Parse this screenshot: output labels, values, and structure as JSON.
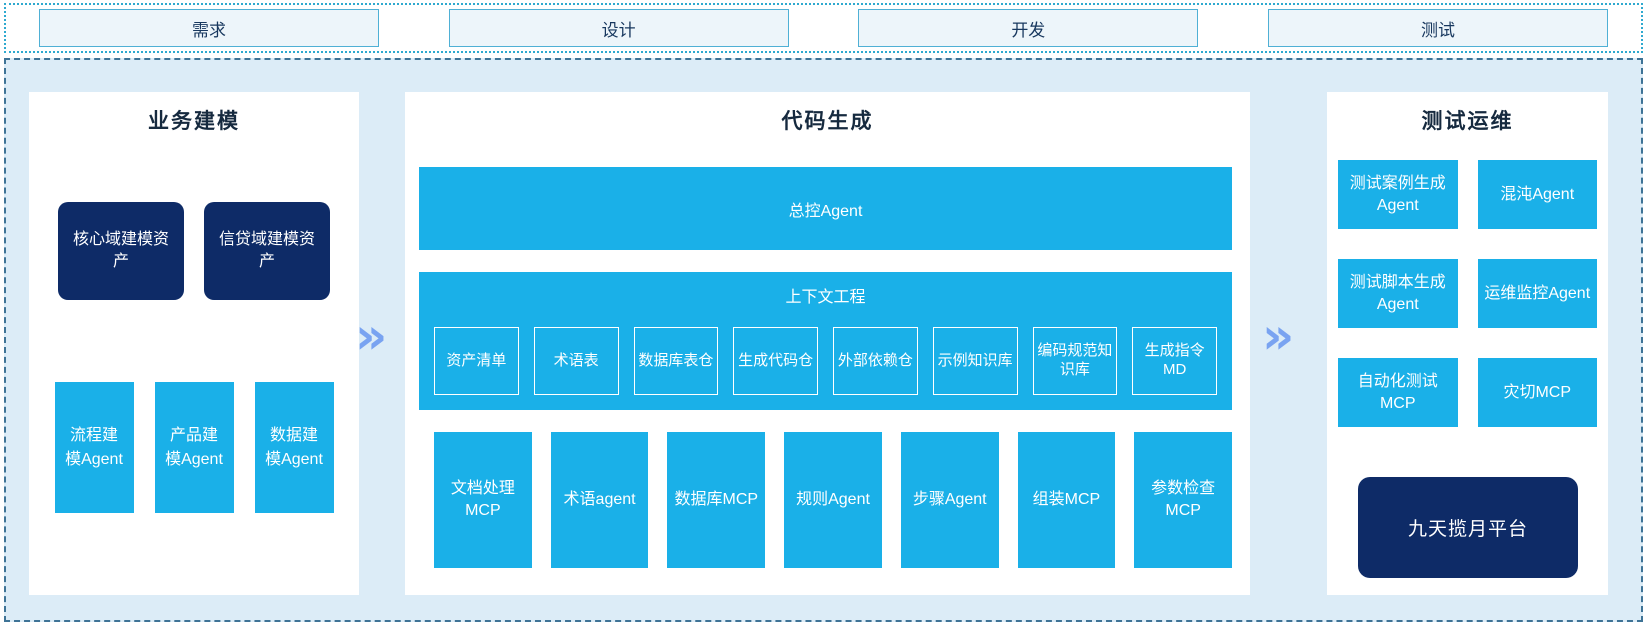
{
  "colors": {
    "accent_cyan": "#1ab0e8",
    "navy": "#0e2b67",
    "chevron_blue": "#79a3f1",
    "container_bg": "#dcecf7",
    "phase_box_bg": "#edf5fa",
    "phase_box_border": "#4fb0d5",
    "dotted_border": "#2ea9cf",
    "dashed_border": "#3e7396"
  },
  "icons": {
    "chevron": "»"
  },
  "phases": [
    {
      "label": "需求"
    },
    {
      "label": "设计"
    },
    {
      "label": "开发"
    },
    {
      "label": "测试"
    }
  ],
  "panels": {
    "business_modeling": {
      "title": "业务建模",
      "asset_boxes": [
        {
          "label": "核心域建模资产"
        },
        {
          "label": "信贷域建模资产"
        }
      ],
      "agent_boxes": [
        {
          "label": "流程建模Agent"
        },
        {
          "label": "产品建模Agent"
        },
        {
          "label": "数据建模Agent"
        }
      ]
    },
    "code_generation": {
      "title": "代码生成",
      "master_agent": "总控Agent",
      "context_engineering": {
        "title": "上下文工程",
        "items": [
          {
            "label": "资产清单"
          },
          {
            "label": "术语表"
          },
          {
            "label": "数据库表仓"
          },
          {
            "label": "生成代码仓"
          },
          {
            "label": "外部依赖仓"
          },
          {
            "label": "示例知识库"
          },
          {
            "label": "编码规范知识库"
          },
          {
            "label": "生成指令MD"
          }
        ]
      },
      "tool_boxes": [
        {
          "label": "文档处理MCP"
        },
        {
          "label": "术语agent"
        },
        {
          "label": "数据库MCP"
        },
        {
          "label": "规则Agent"
        },
        {
          "label": "步骤Agent"
        },
        {
          "label": "组装MCP"
        },
        {
          "label": "参数检查MCP"
        }
      ]
    },
    "test_ops": {
      "title": "测试运维",
      "boxes": [
        {
          "label": "测试案例生成Agent"
        },
        {
          "label": "混沌Agent"
        },
        {
          "label": "测试脚本生成Agent"
        },
        {
          "label": "运维监控Agent"
        },
        {
          "label": "自动化测试MCP"
        },
        {
          "label": "灾切MCP"
        }
      ],
      "platform": "九天揽月平台"
    }
  }
}
